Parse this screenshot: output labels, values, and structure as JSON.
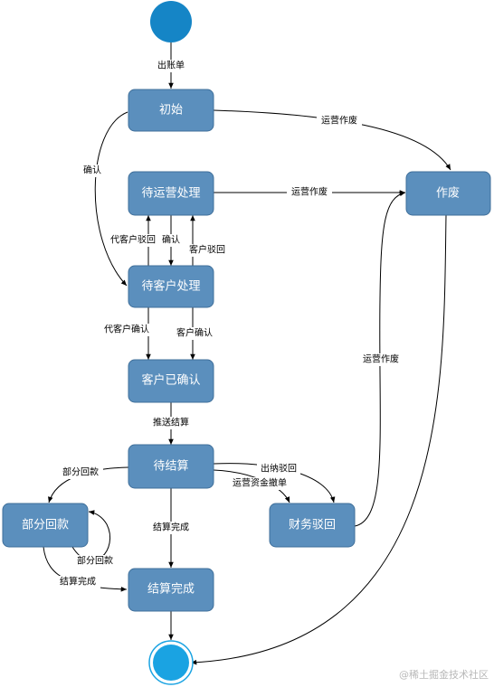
{
  "colors": {
    "node_fill": "#5b8fbd",
    "node_stroke": "#3f6f9a",
    "start_fill": "#1585c6",
    "end_fill": "#1aa3e2",
    "edge": "#000000"
  },
  "nodes": {
    "start": "",
    "initial": "初始",
    "pending_ops": "待运营处理",
    "pending_customer": "待客户处理",
    "customer_confirmed": "客户已确认",
    "pending_settlement": "待结算",
    "partial_payment": "部分回款",
    "settlement_complete": "结算完成",
    "finance_rejected": "财务驳回",
    "void": "作废",
    "end": ""
  },
  "edges": {
    "issue_bill": "出账单",
    "ops_void_1": "运营作废",
    "confirm_1": "确认",
    "ops_void_2": "运营作废",
    "reject_for_customer": "代客户驳回",
    "confirm_2": "确认",
    "customer_reject": "客户驳回",
    "confirm_for_customer": "代客户确认",
    "customer_confirm": "客户确认",
    "push_settlement": "推送结算",
    "partial_payment_1": "部分回款",
    "cashier_reject": "出纳驳回",
    "ops_fund_withdraw": "运营资金撤单",
    "settle_done_1": "结算完成",
    "partial_payment_2": "部分回款",
    "settle_done_2": "结算完成",
    "ops_void_3": "运营作废"
  },
  "watermark": "@稀土掘金技术社区"
}
